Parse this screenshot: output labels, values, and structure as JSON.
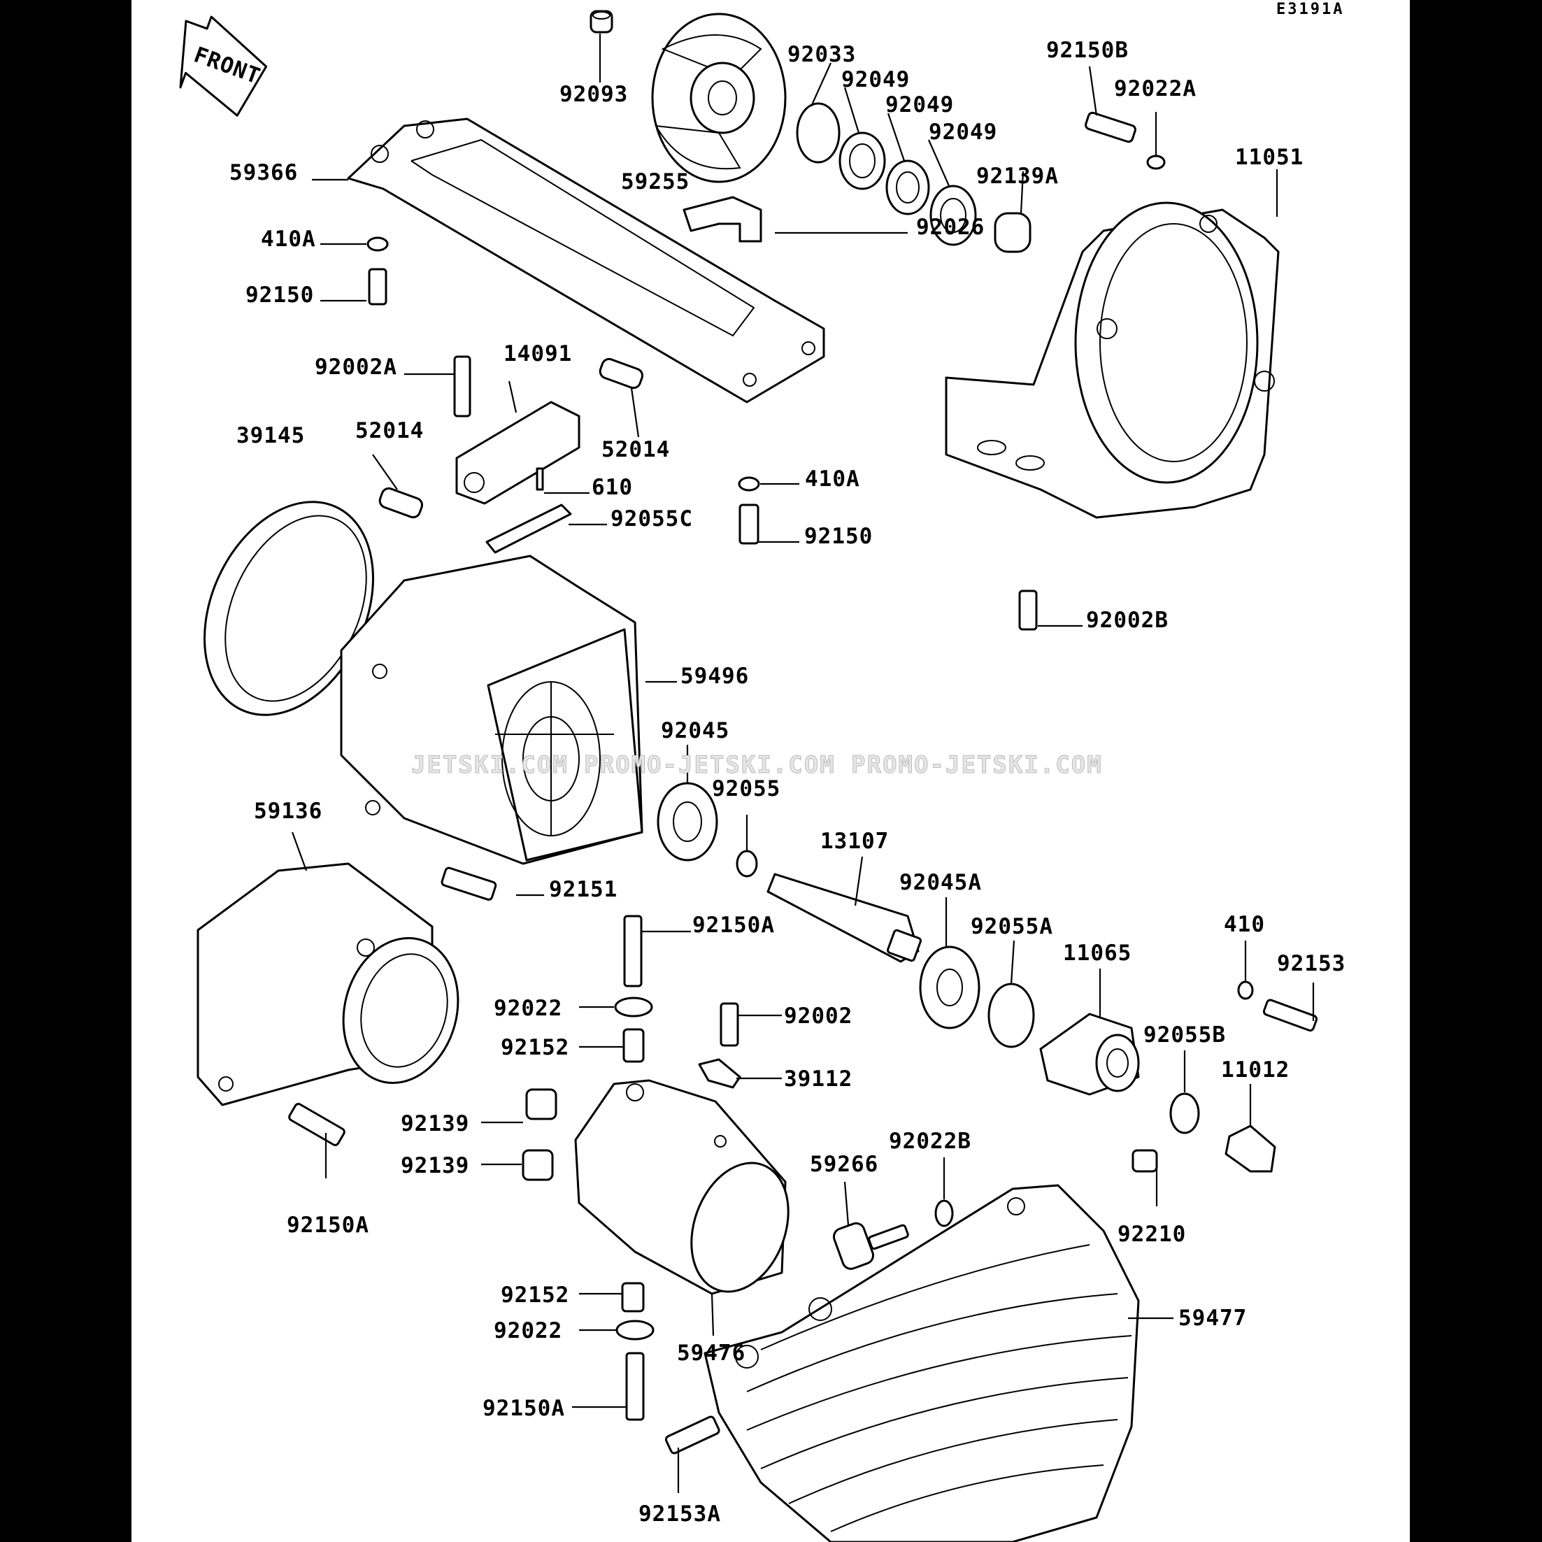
{
  "diagram": {
    "code": "E3191A",
    "front_arrow": "FRONT",
    "watermark": "JETSKI.COM  PROMO-JETSKI.COM  PROMO-JETSKI.COM",
    "parts": [
      {
        "id": "p-92093",
        "label": "92093"
      },
      {
        "id": "p-92033",
        "label": "92033"
      },
      {
        "id": "p-92049a",
        "label": "92049"
      },
      {
        "id": "p-92049b",
        "label": "92049"
      },
      {
        "id": "p-92049c",
        "label": "92049"
      },
      {
        "id": "p-92150b",
        "label": "92150B"
      },
      {
        "id": "p-92022a",
        "label": "92022A"
      },
      {
        "id": "p-11051",
        "label": "11051"
      },
      {
        "id": "p-59366",
        "label": "59366"
      },
      {
        "id": "p-59255",
        "label": "59255"
      },
      {
        "id": "p-92139a",
        "label": "92139A"
      },
      {
        "id": "p-92026",
        "label": "92026"
      },
      {
        "id": "p-410a-top",
        "label": "410A"
      },
      {
        "id": "p-92150-top",
        "label": "92150"
      },
      {
        "id": "p-92002a",
        "label": "92002A"
      },
      {
        "id": "p-14091",
        "label": "14091"
      },
      {
        "id": "p-39145",
        "label": "39145"
      },
      {
        "id": "p-52014-left",
        "label": "52014"
      },
      {
        "id": "p-52014-right",
        "label": "52014"
      },
      {
        "id": "p-610",
        "label": "610"
      },
      {
        "id": "p-410a-mid",
        "label": "410A"
      },
      {
        "id": "p-92055c",
        "label": "92055C"
      },
      {
        "id": "p-92150-mid",
        "label": "92150"
      },
      {
        "id": "p-92002b",
        "label": "92002B"
      },
      {
        "id": "p-59496",
        "label": "59496"
      },
      {
        "id": "p-92045",
        "label": "92045"
      },
      {
        "id": "p-92055",
        "label": "92055"
      },
      {
        "id": "p-59136",
        "label": "59136"
      },
      {
        "id": "p-13107",
        "label": "13107"
      },
      {
        "id": "p-92151",
        "label": "92151"
      },
      {
        "id": "p-92045a",
        "label": "92045A"
      },
      {
        "id": "p-92150a-mid",
        "label": "92150A"
      },
      {
        "id": "p-92055a",
        "label": "92055A"
      },
      {
        "id": "p-410",
        "label": "410"
      },
      {
        "id": "p-11065",
        "label": "11065"
      },
      {
        "id": "p-92153",
        "label": "92153"
      },
      {
        "id": "p-92022-top",
        "label": "92022"
      },
      {
        "id": "p-92002",
        "label": "92002"
      },
      {
        "id": "p-92152-top",
        "label": "92152"
      },
      {
        "id": "p-92055b",
        "label": "92055B"
      },
      {
        "id": "p-11012",
        "label": "11012"
      },
      {
        "id": "p-39112",
        "label": "39112"
      },
      {
        "id": "p-92139-top",
        "label": "92139"
      },
      {
        "id": "p-92139-bot",
        "label": "92139"
      },
      {
        "id": "p-92022b",
        "label": "92022B"
      },
      {
        "id": "p-59266",
        "label": "59266"
      },
      {
        "id": "p-92150a-left",
        "label": "92150A"
      },
      {
        "id": "p-92210",
        "label": "92210"
      },
      {
        "id": "p-92152-bot",
        "label": "92152"
      },
      {
        "id": "p-59477",
        "label": "59477"
      },
      {
        "id": "p-92022-bot",
        "label": "92022"
      },
      {
        "id": "p-59476",
        "label": "59476"
      },
      {
        "id": "p-92150a-bot",
        "label": "92150A"
      },
      {
        "id": "p-92153a",
        "label": "92153A"
      }
    ]
  }
}
